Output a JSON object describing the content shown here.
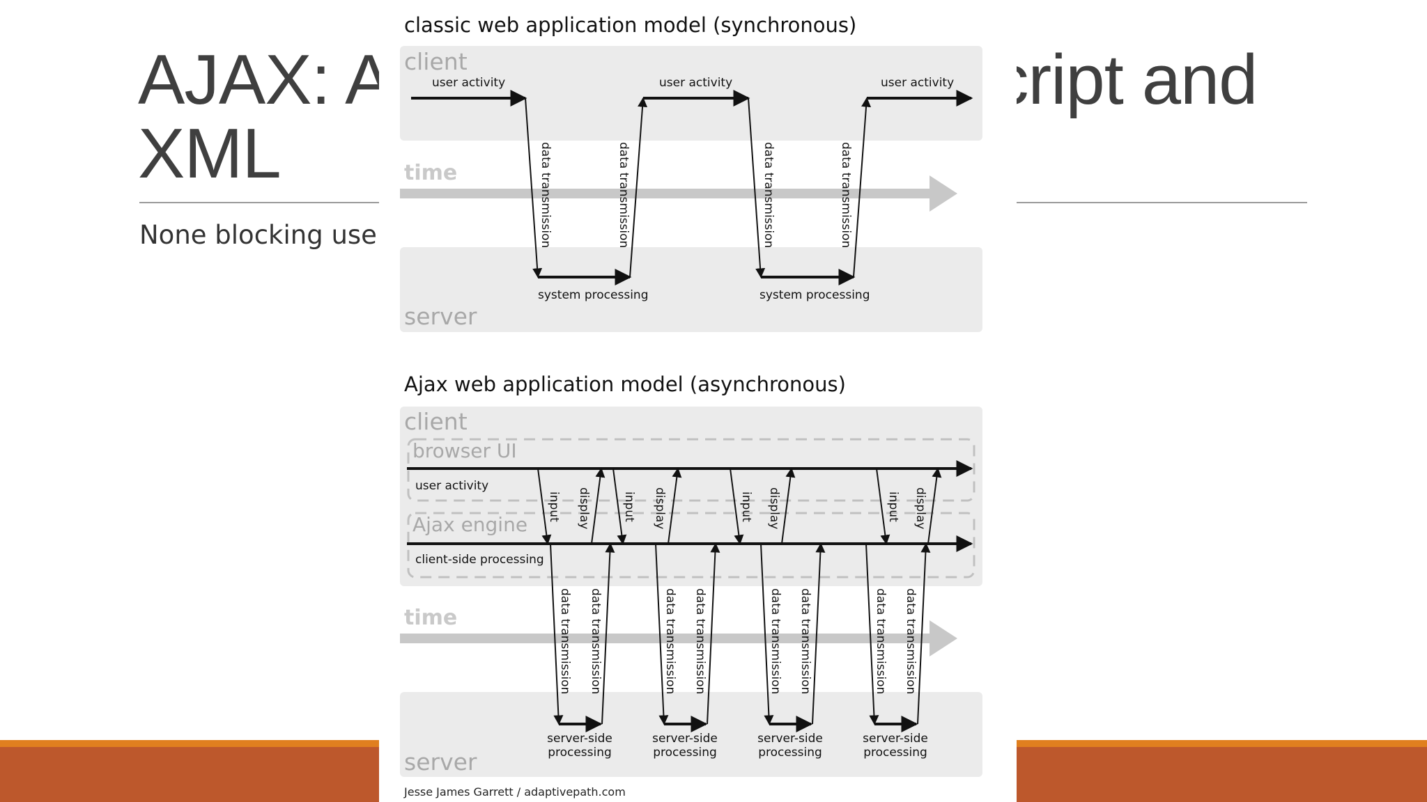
{
  "slide": {
    "title": "AJAX: Asynchronous JavaScript and\nXML",
    "subtitle": "None blocking user activity"
  },
  "theme": {
    "band_orange": "#e07f1f",
    "band_red": "#bd582c",
    "title_color": "#3f3f3f"
  },
  "diagram": {
    "classic": {
      "heading": "classic web application model (synchronous)",
      "client_label": "client",
      "server_label": "server",
      "time_label": "time",
      "user_activity": "user activity",
      "system_processing": "system processing",
      "data_transmission": "data transmission"
    },
    "ajax": {
      "heading": "Ajax web application model (asynchronous)",
      "client_label": "client",
      "browser_ui_label": "browser UI",
      "user_activity": "user activity",
      "ajax_engine_label": "Ajax engine",
      "client_side_processing": "client-side processing",
      "time_label": "time",
      "server_label": "server",
      "input": "input",
      "display": "display",
      "data_transmission": "data transmission",
      "server_side_1": "server-side",
      "server_side_2": "processing"
    },
    "credit": "Jesse James Garrett / adaptivepath.com"
  }
}
